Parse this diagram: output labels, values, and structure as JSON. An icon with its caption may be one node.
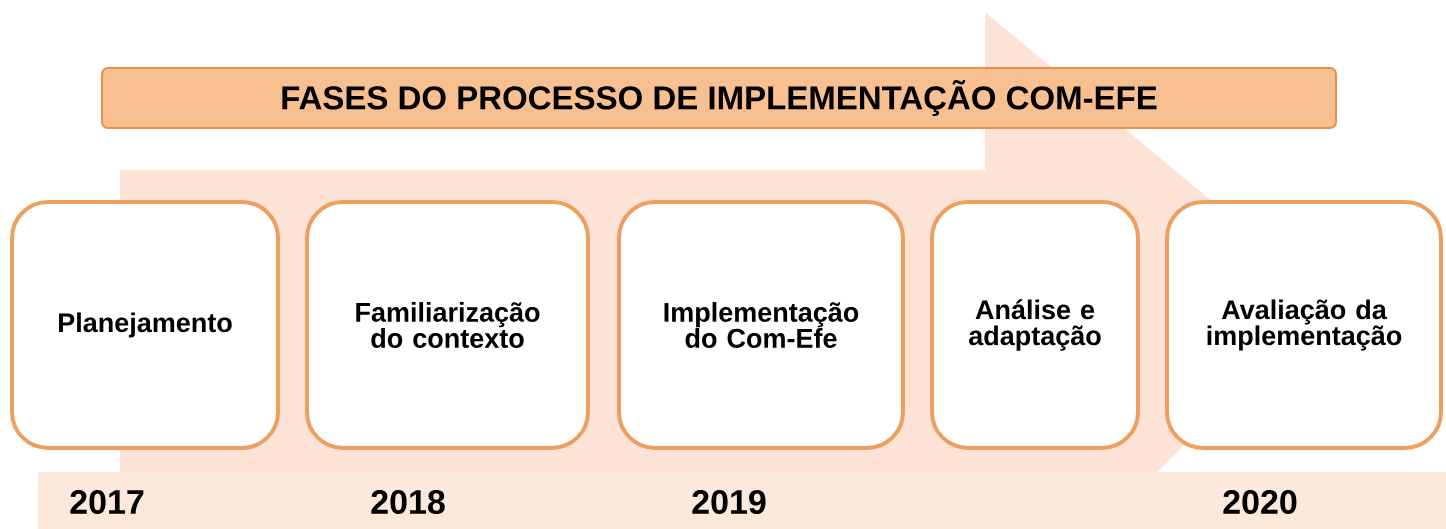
{
  "diagram": {
    "nodes": [
      {
        "text": [
          "FASES DO PROCESSO DE IMPLEMENTAÇÃO COM-EFE"
        ]
      },
      {
        "text": [
          "Planejamento"
        ]
      },
      {
        "text": [
          "Familiarização do contexto"
        ]
      },
      {
        "text": [
          "Implementação do Com-Efe"
        ]
      },
      {
        "text": [
          "Análise e adaptação"
        ]
      },
      {
        "text": [
          "Avaliação da implementação"
        ]
      },
      {
        "text": [
          "2017",
          "2018",
          "2019",
          "2020"
        ]
      }
    ]
  }
}
